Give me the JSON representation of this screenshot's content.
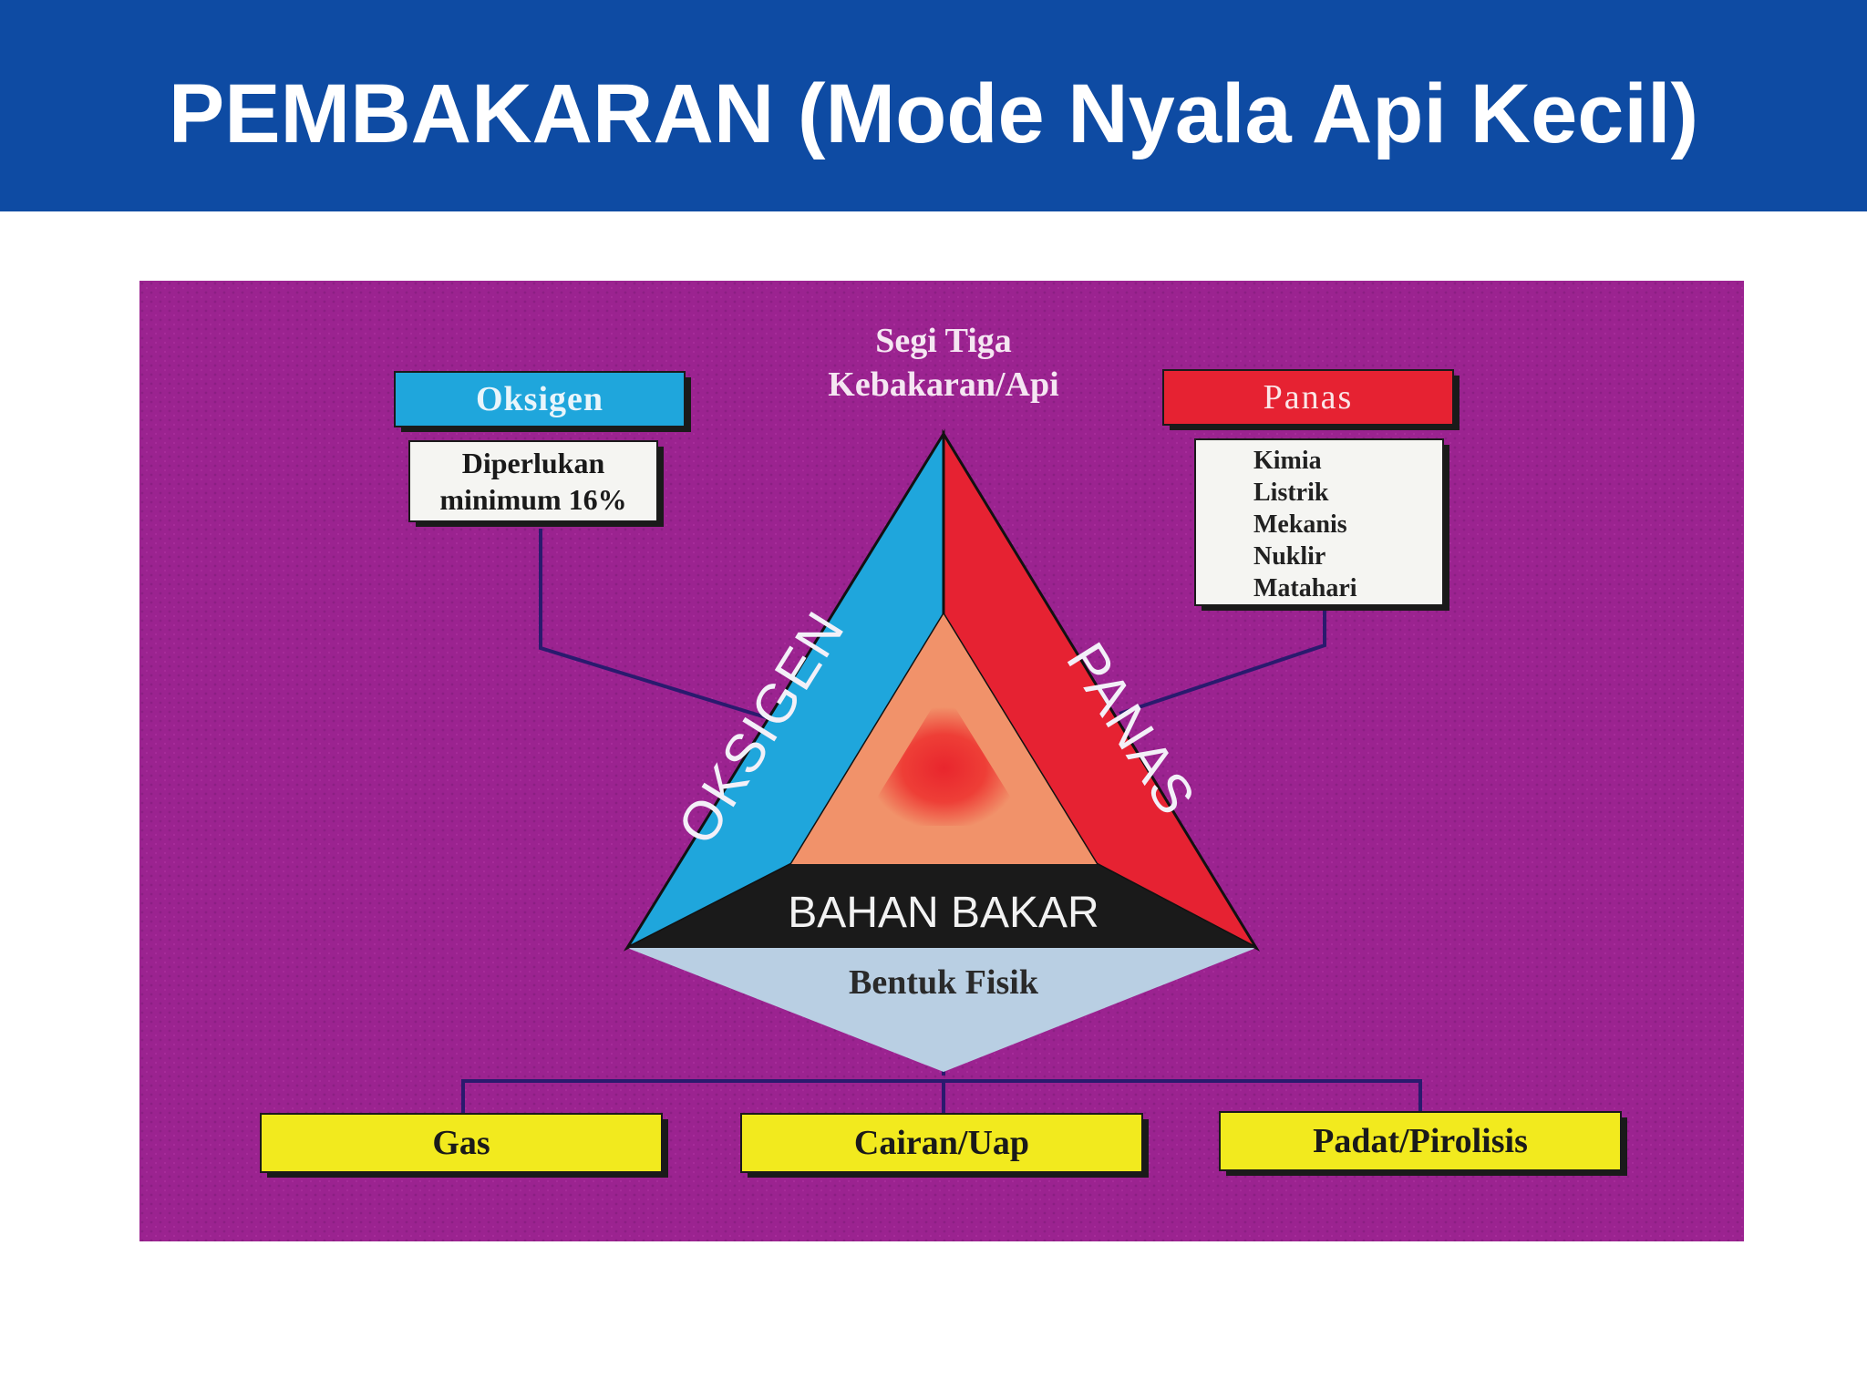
{
  "title": "PEMBAKARAN (Mode Nyala Api Kecil)",
  "diagram": {
    "heading_line1": "Segi Tiga",
    "heading_line2": "Kebakaran/Api",
    "oxygen_box": {
      "label": "Oksigen",
      "note_line1": "Diperlukan",
      "note_line2": "minimum 16%"
    },
    "heat_box": {
      "label": "Panas",
      "sources": [
        "Kimia",
        "Listrik",
        "Mekanis",
        "Nuklir",
        "Matahari"
      ]
    },
    "triangle": {
      "left_side": "OKSIGEN",
      "right_side": "PANAS",
      "base": "BAHAN BAKAR"
    },
    "physical_form_label": "Bentuk Fisik",
    "forms": [
      "Gas",
      "Cairan/Uap",
      "Padat/Pirolisis"
    ]
  },
  "colors": {
    "header": "#0e4ba3",
    "panel": "#9b2390",
    "oxygen": "#1fa6dc",
    "heat": "#e62232",
    "fuel": "#1a1a1a",
    "core": "#f1926a",
    "form_box": "#f2ea1e",
    "funnel": "#b9cfe3"
  }
}
